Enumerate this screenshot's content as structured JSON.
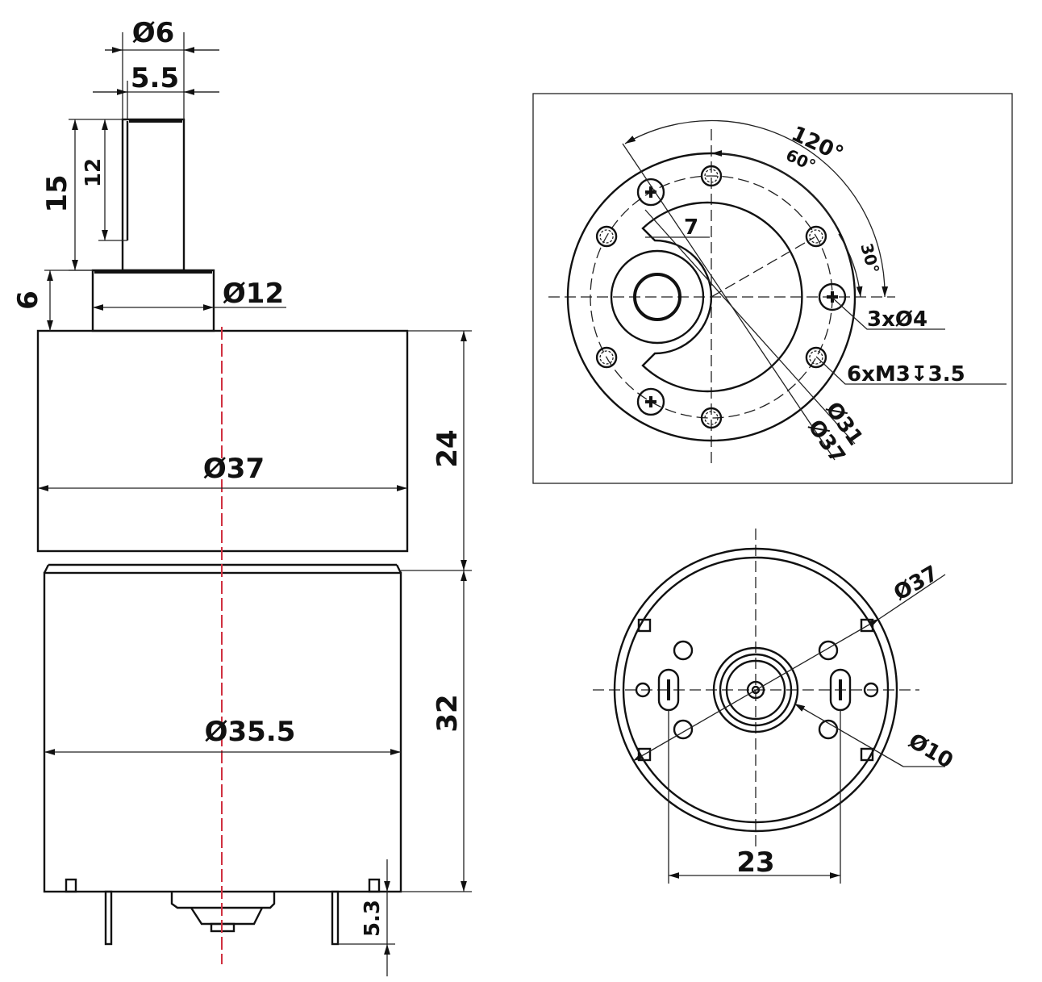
{
  "side_view": {
    "shaft_dia": "Ø6",
    "shaft_flat": "5.5",
    "shaft_length": "15",
    "flat_length": "12",
    "collar_height": "6",
    "collar_dia": "Ø12",
    "gearbox_dia": "Ø37",
    "gearbox_height": "24",
    "motor_dia": "Ø35.5",
    "motor_height": "32",
    "terminal_length": "5.3"
  },
  "flange_view": {
    "angle_120": "120°",
    "angle_60": "60°",
    "angle_30": "30°",
    "offset": "7",
    "screw_holes": "3xØ4",
    "threaded_holes": "6xM3↧3.5",
    "bolt_circle": "Ø31",
    "outer_dia": "Ø37"
  },
  "rear_view": {
    "outer_dia": "Ø37",
    "boss_dia": "Ø10",
    "terminal_spacing": "23"
  },
  "colors": {
    "centerline": "#d03040",
    "line": "#111111"
  }
}
